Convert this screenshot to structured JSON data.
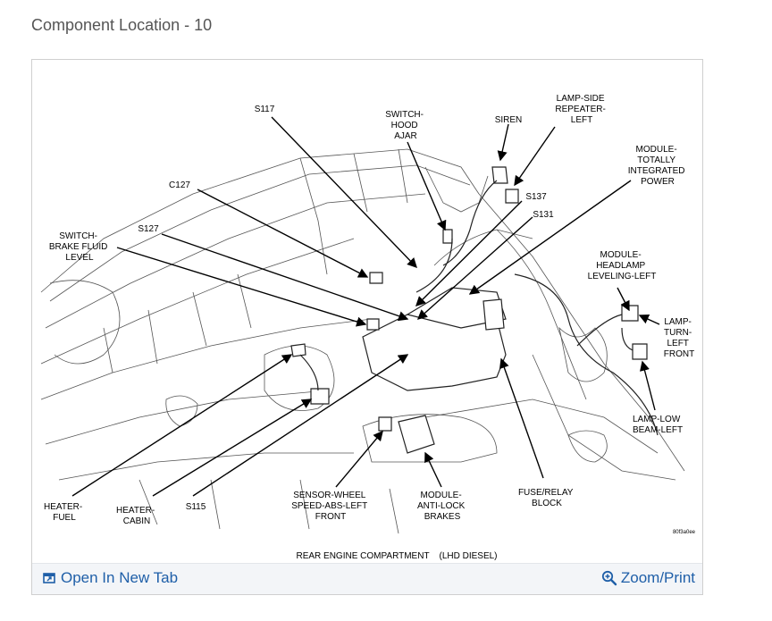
{
  "page": {
    "title": "Component Location - 10"
  },
  "diagram": {
    "caption": "REAR ENGINE COMPARTMENT    (LHD DIESEL)",
    "code": "80f3a0ee",
    "labels": {
      "s117": [
        "S117"
      ],
      "switch_hood_ajar": [
        "SWITCH-",
        "HOOD",
        "AJAR"
      ],
      "siren": [
        "SIREN"
      ],
      "lamp_side_repeater_left": [
        "LAMP-SIDE",
        "REPEATER-",
        "LEFT"
      ],
      "module_totally_integrated_power": [
        "MODULE-",
        "TOTALLY",
        "INTEGRATED",
        "POWER"
      ],
      "c127": [
        "C127"
      ],
      "s137": [
        "S137"
      ],
      "s131": [
        "S131"
      ],
      "s127": [
        "S127"
      ],
      "switch_brake_fluid_level": [
        "SWITCH-",
        "BRAKE FLUID",
        "LEVEL"
      ],
      "module_headlamp_leveling_left": [
        "MODULE-",
        "HEADLAMP",
        "LEVELING-LEFT"
      ],
      "lamp_turn_left_front": [
        "LAMP-",
        "TURN-",
        "LEFT",
        "FRONT"
      ],
      "lamp_low_beam_left": [
        "LAMP-LOW",
        "BEAM-LEFT"
      ],
      "heater_fuel": [
        "HEATER-",
        "FUEL"
      ],
      "heater_cabin": [
        "HEATER-",
        "CABIN"
      ],
      "s115": [
        "S115"
      ],
      "sensor_wheel_speed": [
        "SENSOR-WHEEL",
        "SPEED-ABS-LEFT",
        "FRONT"
      ],
      "module_anti_lock_brakes": [
        "MODULE-",
        "ANTI-LOCK",
        "BRAKES"
      ],
      "fuse_relay_block": [
        "FUSE/RELAY",
        "BLOCK"
      ]
    }
  },
  "footer": {
    "open_tab_label": "Open In New Tab",
    "open_tab_icon": "open-in-new-tab-icon",
    "zoom_label": "Zoom/Print",
    "zoom_icon": "magnifier-plus-icon",
    "link_color": "#1f5fa8"
  }
}
